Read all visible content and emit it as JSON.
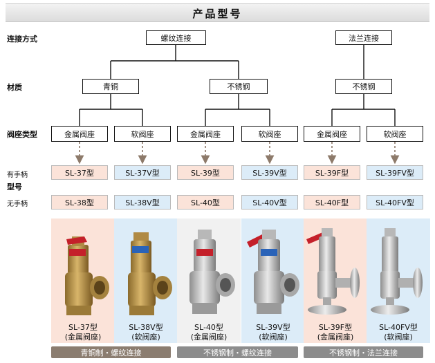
{
  "title": "产品型号",
  "row_labels": {
    "connection": "连接方式",
    "material": "材质",
    "seat_type": "阀座类型",
    "with_handle": "有手柄",
    "model": "型号",
    "without_handle": "无手柄"
  },
  "connections": [
    "螺纹连接",
    "法兰连接"
  ],
  "materials": [
    "青铜",
    "不锈钢",
    "不锈钢"
  ],
  "seats": [
    "金属阀座",
    "软阀座",
    "金属阀座",
    "软阀座",
    "金属阀座",
    "软阀座"
  ],
  "models_with_handle": [
    "SL-37型",
    "SL-37V型",
    "SL-39型",
    "SL-39V型",
    "SL-39F型",
    "SL-39FV型"
  ],
  "models_without_handle": [
    "SL-38型",
    "SL-38V型",
    "SL-40型",
    "SL-40V型",
    "SL-40F型",
    "SL-40FV型"
  ],
  "products": [
    {
      "model": "SL-37型",
      "seat": "(金属阀座)"
    },
    {
      "model": "SL-38V型",
      "seat": "(软阀座)"
    },
    {
      "model": "SL-40型",
      "seat": "(金属阀座)"
    },
    {
      "model": "SL-39V型",
      "seat": "(软阀座)"
    },
    {
      "model": "SL-39F型",
      "seat": "(金属阀座)"
    },
    {
      "model": "SL-40FV型",
      "seat": "(软阀座)"
    }
  ],
  "material_bars": [
    "青铜制・螺纹连接",
    "不锈钢制・螺纹连接",
    "不锈钢制・法兰连接"
  ],
  "colors": {
    "metal_seat_fill": "#fbe3d9",
    "soft_seat_fill": "#dcecf8",
    "bronze_bar": "#8b7d70",
    "steel_bar": "#8c8c8c",
    "arrow": "#8d7a6a"
  }
}
